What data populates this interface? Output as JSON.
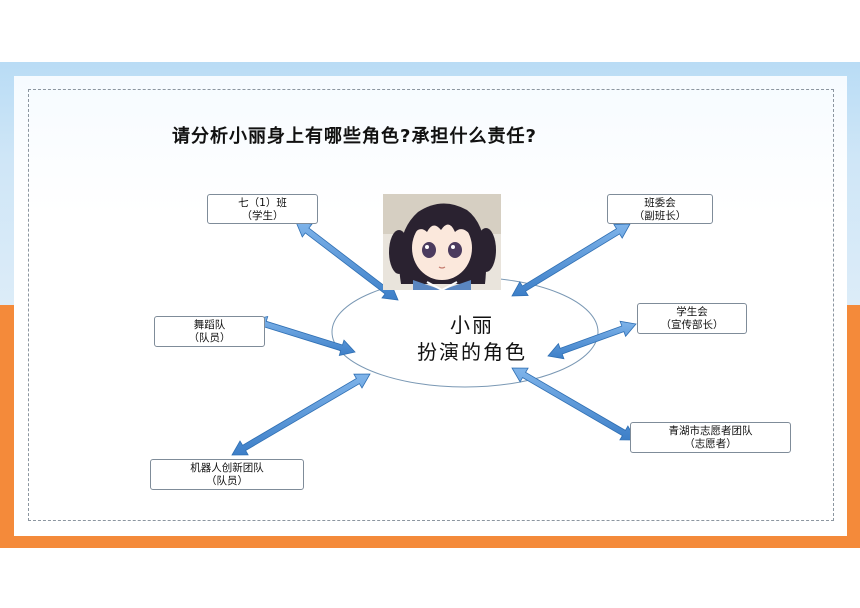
{
  "question": "请分析小丽身上有哪些角色?承担什么责任?",
  "center": {
    "name": "小丽",
    "subtitle": "扮演的角色"
  },
  "portrait": {
    "icon": "anime-girl-portrait-icon"
  },
  "roles": [
    {
      "id": "class",
      "group": "七（1）班",
      "role": "（学生）"
    },
    {
      "id": "class-committee",
      "group": "班委会",
      "role": "（副班长）"
    },
    {
      "id": "dance",
      "group": "舞蹈队",
      "role": "（队员）"
    },
    {
      "id": "student-union",
      "group": "学生会",
      "role": "（宣传部长）"
    },
    {
      "id": "robot",
      "group": "机器人创新团队",
      "role": "（队员）"
    },
    {
      "id": "volunteer",
      "group": "青湖市志愿者团队",
      "role": "（志愿者）"
    }
  ],
  "colors": {
    "arrow": "#4a8fd6",
    "arrow_outline": "#2f6fb3",
    "frame_blue": "#b9dcf5",
    "frame_orange": "#f48a3a",
    "ellipse_stroke": "#7a98b4"
  }
}
